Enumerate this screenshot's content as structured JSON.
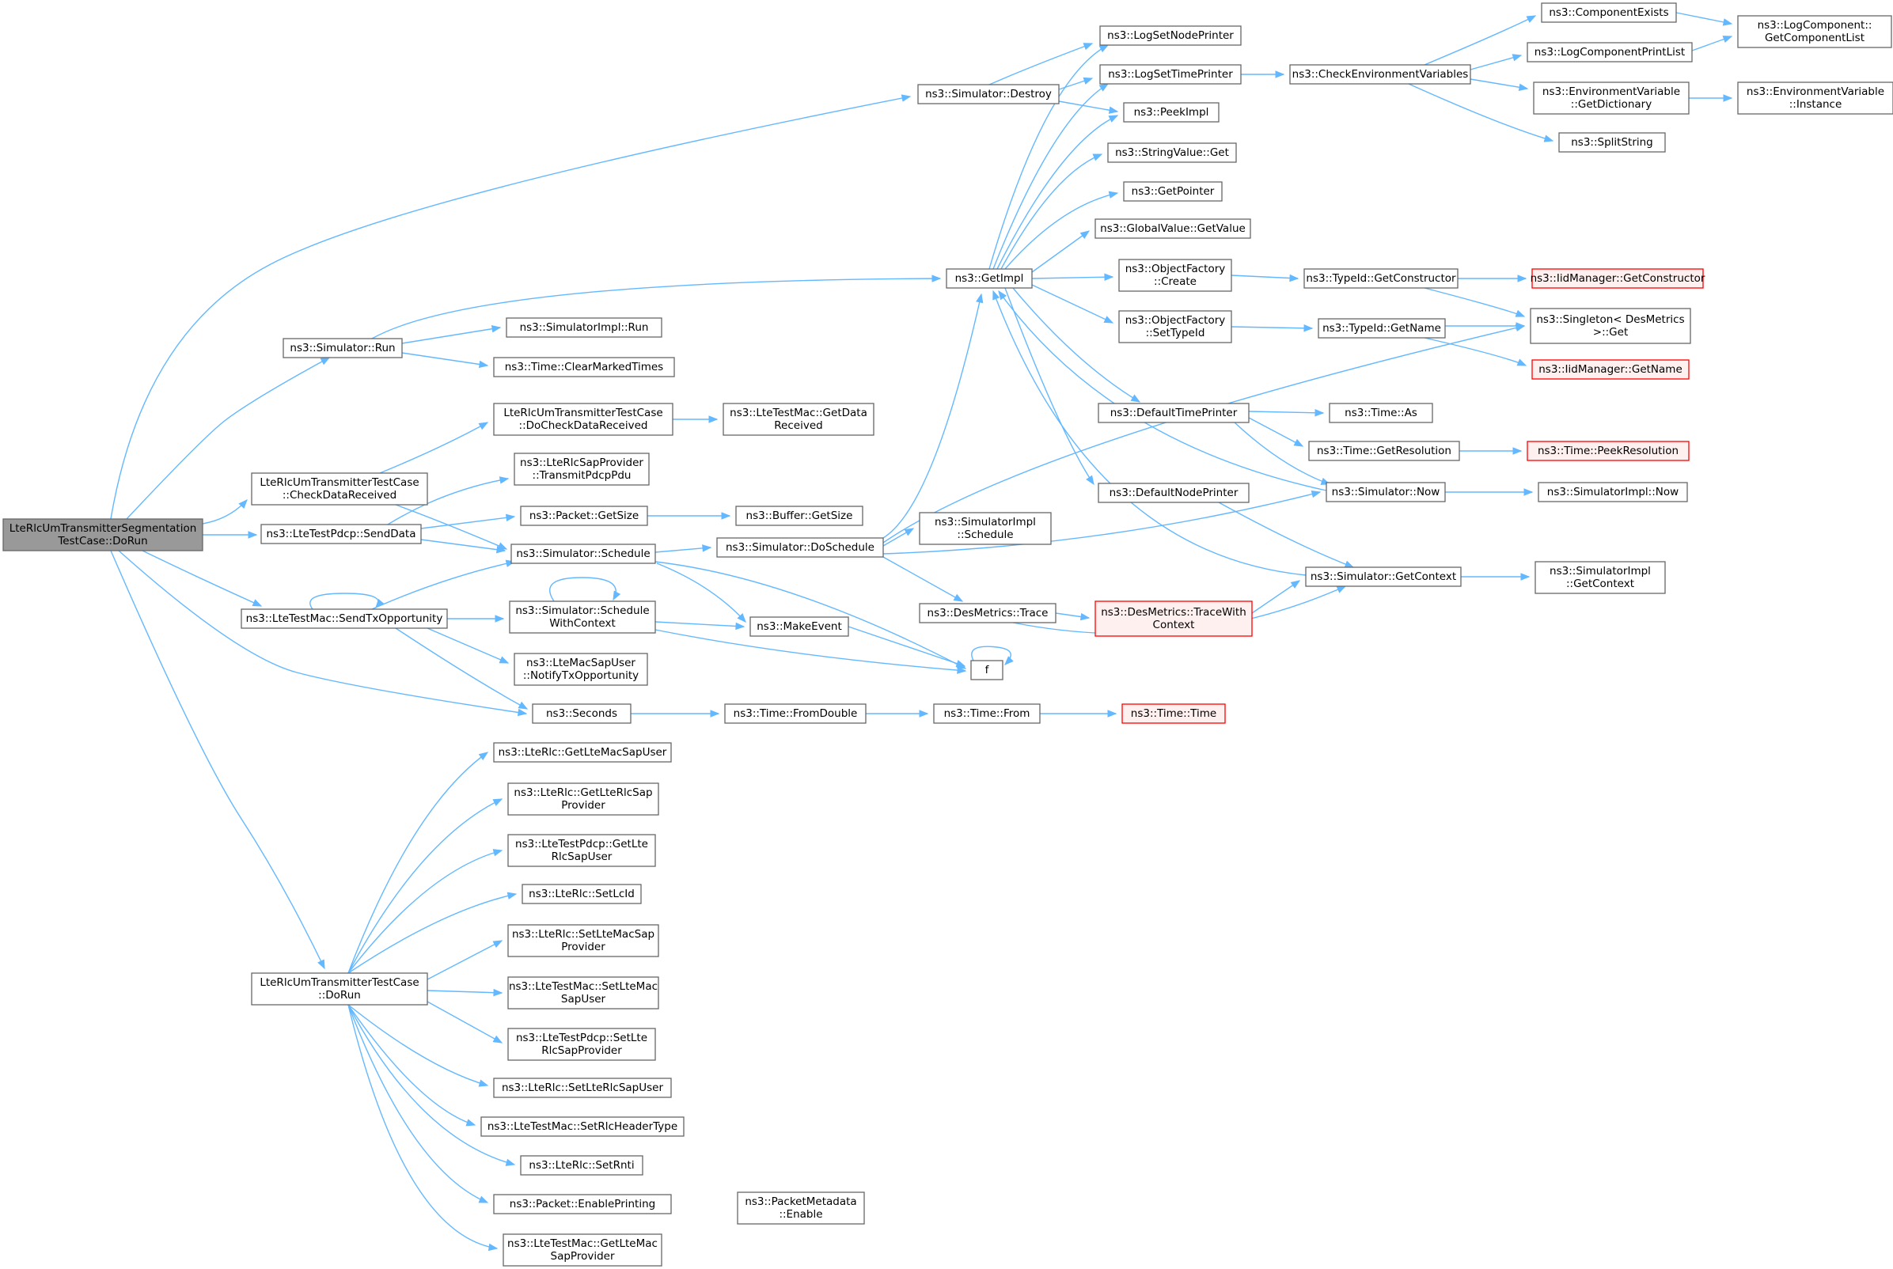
{
  "colors": {
    "edge": "#63b8ff",
    "root_fill": "#999999",
    "node_border": "#666666",
    "missing_border": "#ff0000"
  },
  "nodes": [
    {
      "id": "root",
      "lines": [
        "LteRlcUmTransmitterSegmentation",
        "TestCase::DoRun"
      ],
      "kind": "root"
    },
    {
      "id": "destroy",
      "lines": [
        "ns3::Simulator::Destroy"
      ]
    },
    {
      "id": "run",
      "lines": [
        "ns3::Simulator::Run"
      ]
    },
    {
      "id": "checkdata",
      "lines": [
        "LteRlcUmTransmitterTestCase",
        "::CheckDataReceived"
      ]
    },
    {
      "id": "senddata",
      "lines": [
        "ns3::LteTestPdcp::SendData"
      ]
    },
    {
      "id": "sendtx",
      "lines": [
        "ns3::LteTestMac::SendTxOpportunity"
      ]
    },
    {
      "id": "dorun2",
      "lines": [
        "LteRlcUmTransmitterTestCase",
        "::DoRun"
      ]
    },
    {
      "id": "implrun",
      "lines": [
        "ns3::SimulatorImpl::Run"
      ]
    },
    {
      "id": "clearmarked",
      "lines": [
        "ns3::Time::ClearMarkedTimes"
      ]
    },
    {
      "id": "docheck",
      "lines": [
        "LteRlcUmTransmitterTestCase",
        "::DoCheckDataReceived"
      ]
    },
    {
      "id": "transmitpdcp",
      "lines": [
        "ns3::LteRlcSapProvider",
        "::TransmitPdcpPdu"
      ]
    },
    {
      "id": "getsize",
      "lines": [
        "ns3::Packet::GetSize"
      ]
    },
    {
      "id": "schedule",
      "lines": [
        "ns3::Simulator::Schedule"
      ]
    },
    {
      "id": "schedwithctx",
      "lines": [
        "ns3::Simulator::Schedule",
        "WithContext"
      ]
    },
    {
      "id": "notifytx",
      "lines": [
        "ns3::LteMacSapUser",
        "::NotifyTxOpportunity"
      ]
    },
    {
      "id": "seconds",
      "lines": [
        "ns3::Seconds"
      ]
    },
    {
      "id": "getltemacsapuser",
      "lines": [
        "ns3::LteRlc::GetLteMacSapUser"
      ]
    },
    {
      "id": "getlterlcsapprov",
      "lines": [
        "ns3::LteRlc::GetLteRlcSap",
        "Provider"
      ]
    },
    {
      "id": "getlterlcsapuser",
      "lines": [
        "ns3::LteTestPdcp::GetLte",
        "RlcSapUser"
      ]
    },
    {
      "id": "setlcid",
      "lines": [
        "ns3::LteRlc::SetLcId"
      ]
    },
    {
      "id": "setltemacsapprov",
      "lines": [
        "ns3::LteRlc::SetLteMacSap",
        "Provider"
      ]
    },
    {
      "id": "setltemacsapuser",
      "lines": [
        "ns3::LteTestMac::SetLteMac",
        "SapUser"
      ]
    },
    {
      "id": "setlterlcsapprov",
      "lines": [
        "ns3::LteTestPdcp::SetLte",
        "RlcSapProvider"
      ]
    },
    {
      "id": "setlterlcsapuser",
      "lines": [
        "ns3::LteRlc::SetLteRlcSapUser"
      ]
    },
    {
      "id": "setrlcheader",
      "lines": [
        "ns3::LteTestMac::SetRlcHeaderType"
      ]
    },
    {
      "id": "setrnti",
      "lines": [
        "ns3::LteRlc::SetRnti"
      ]
    },
    {
      "id": "enableprinting",
      "lines": [
        "ns3::Packet::EnablePrinting"
      ]
    },
    {
      "id": "getltemacsapprov",
      "lines": [
        "ns3::LteTestMac::GetLteMac",
        "SapProvider"
      ]
    },
    {
      "id": "getdatarecv",
      "lines": [
        "ns3::LteTestMac::GetData",
        "Received"
      ]
    },
    {
      "id": "buffergetsize",
      "lines": [
        "ns3::Buffer::GetSize"
      ]
    },
    {
      "id": "doschedule",
      "lines": [
        "ns3::Simulator::DoSchedule"
      ]
    },
    {
      "id": "makeevent",
      "lines": [
        "ns3::MakeEvent"
      ]
    },
    {
      "id": "fromdouble",
      "lines": [
        "ns3::Time::FromDouble"
      ]
    },
    {
      "id": "pmenable",
      "lines": [
        "ns3::PacketMetadata",
        "::Enable"
      ]
    },
    {
      "id": "getimpl",
      "lines": [
        "ns3::GetImpl"
      ]
    },
    {
      "id": "implschedule",
      "lines": [
        "ns3::SimulatorImpl",
        "::Schedule"
      ]
    },
    {
      "id": "trace",
      "lines": [
        "ns3::DesMetrics::Trace"
      ]
    },
    {
      "id": "f",
      "lines": [
        "f"
      ]
    },
    {
      "id": "timefrom",
      "lines": [
        "ns3::Time::From"
      ]
    },
    {
      "id": "logsetnode",
      "lines": [
        "ns3::LogSetNodePrinter"
      ]
    },
    {
      "id": "logsettime",
      "lines": [
        "ns3::LogSetTimePrinter"
      ]
    },
    {
      "id": "peekimpl",
      "lines": [
        "ns3::PeekImpl"
      ]
    },
    {
      "id": "stringget",
      "lines": [
        "ns3::StringValue::Get"
      ]
    },
    {
      "id": "getpointer",
      "lines": [
        "ns3::GetPointer"
      ]
    },
    {
      "id": "globalget",
      "lines": [
        "ns3::GlobalValue::GetValue"
      ]
    },
    {
      "id": "ofcreate",
      "lines": [
        "ns3::ObjectFactory",
        "::Create"
      ]
    },
    {
      "id": "ofsettype",
      "lines": [
        "ns3::ObjectFactory",
        "::SetTypeId"
      ]
    },
    {
      "id": "deftime",
      "lines": [
        "ns3::DefaultTimePrinter"
      ]
    },
    {
      "id": "defnode",
      "lines": [
        "ns3::DefaultNodePrinter"
      ]
    },
    {
      "id": "tracewithctx",
      "lines": [
        "ns3::DesMetrics::TraceWith",
        "Context"
      ],
      "kind": "red"
    },
    {
      "id": "timetime",
      "lines": [
        "ns3::Time::Time"
      ],
      "kind": "red"
    },
    {
      "id": "checkenv",
      "lines": [
        "ns3::CheckEnvironmentVariables"
      ]
    },
    {
      "id": "getctor",
      "lines": [
        "ns3::TypeId::GetConstructor"
      ]
    },
    {
      "id": "getname",
      "lines": [
        "ns3::TypeId::GetName"
      ]
    },
    {
      "id": "timeas",
      "lines": [
        "ns3::Time::As"
      ]
    },
    {
      "id": "getres",
      "lines": [
        "ns3::Time::GetResolution"
      ]
    },
    {
      "id": "simnow",
      "lines": [
        "ns3::Simulator::Now"
      ]
    },
    {
      "id": "getcontext",
      "lines": [
        "ns3::Simulator::GetContext"
      ]
    },
    {
      "id": "compexists",
      "lines": [
        "ns3::ComponentExists"
      ]
    },
    {
      "id": "logcompprint",
      "lines": [
        "ns3::LogComponentPrintList"
      ]
    },
    {
      "id": "envgetdict",
      "lines": [
        "ns3::EnvironmentVariable",
        "::GetDictionary"
      ]
    },
    {
      "id": "splitstring",
      "lines": [
        "ns3::SplitString"
      ]
    },
    {
      "id": "iidgetctor",
      "lines": [
        "ns3::IidManager::GetConstructor"
      ],
      "kind": "red"
    },
    {
      "id": "singleton",
      "lines": [
        "ns3::Singleton< DesMetrics",
        "&gt;::Get"
      ]
    },
    {
      "id": "iidgetname",
      "lines": [
        "ns3::IidManager::GetName"
      ],
      "kind": "red"
    },
    {
      "id": "peekres",
      "lines": [
        "ns3::Time::PeekResolution"
      ],
      "kind": "red"
    },
    {
      "id": "implnow",
      "lines": [
        "ns3::SimulatorImpl::Now"
      ]
    },
    {
      "id": "implgetctx",
      "lines": [
        "ns3::SimulatorImpl",
        "::GetContext"
      ]
    },
    {
      "id": "getcomplist",
      "lines": [
        "ns3::LogComponent::",
        "GetComponentList"
      ]
    },
    {
      "id": "envinstance",
      "lines": [
        "ns3::EnvironmentVariable",
        "::Instance"
      ]
    }
  ]
}
